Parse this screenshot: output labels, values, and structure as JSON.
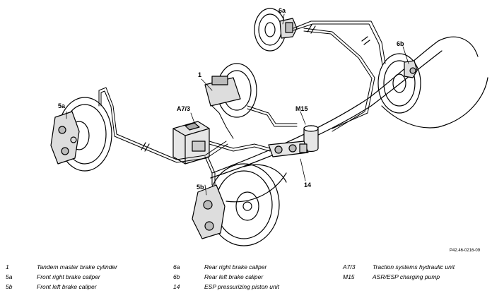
{
  "figure_ref": "P42.46-0216-09",
  "callouts": {
    "c1": "1",
    "c5a": "5a",
    "c5b": "5b",
    "c6a": "6a",
    "c6b": "6b",
    "c14": "14",
    "cA73": "A7/3",
    "cM15": "M15"
  },
  "legend": [
    {
      "code": "1",
      "desc": "Tandem master brake cylinder"
    },
    {
      "code": "5a",
      "desc": "Front right brake caliper"
    },
    {
      "code": "5b",
      "desc": "Front left brake caliper"
    },
    {
      "code": "6a",
      "desc": "Rear right brake caliper"
    },
    {
      "code": "6b",
      "desc": "Rear left brake caliper"
    },
    {
      "code": "14",
      "desc": "ESP pressurizing piston unit"
    },
    {
      "code": "A7/3",
      "desc": "Traction systems hydraulic unit"
    },
    {
      "code": "M15",
      "desc": "ASR/ESP charging pump"
    }
  ]
}
